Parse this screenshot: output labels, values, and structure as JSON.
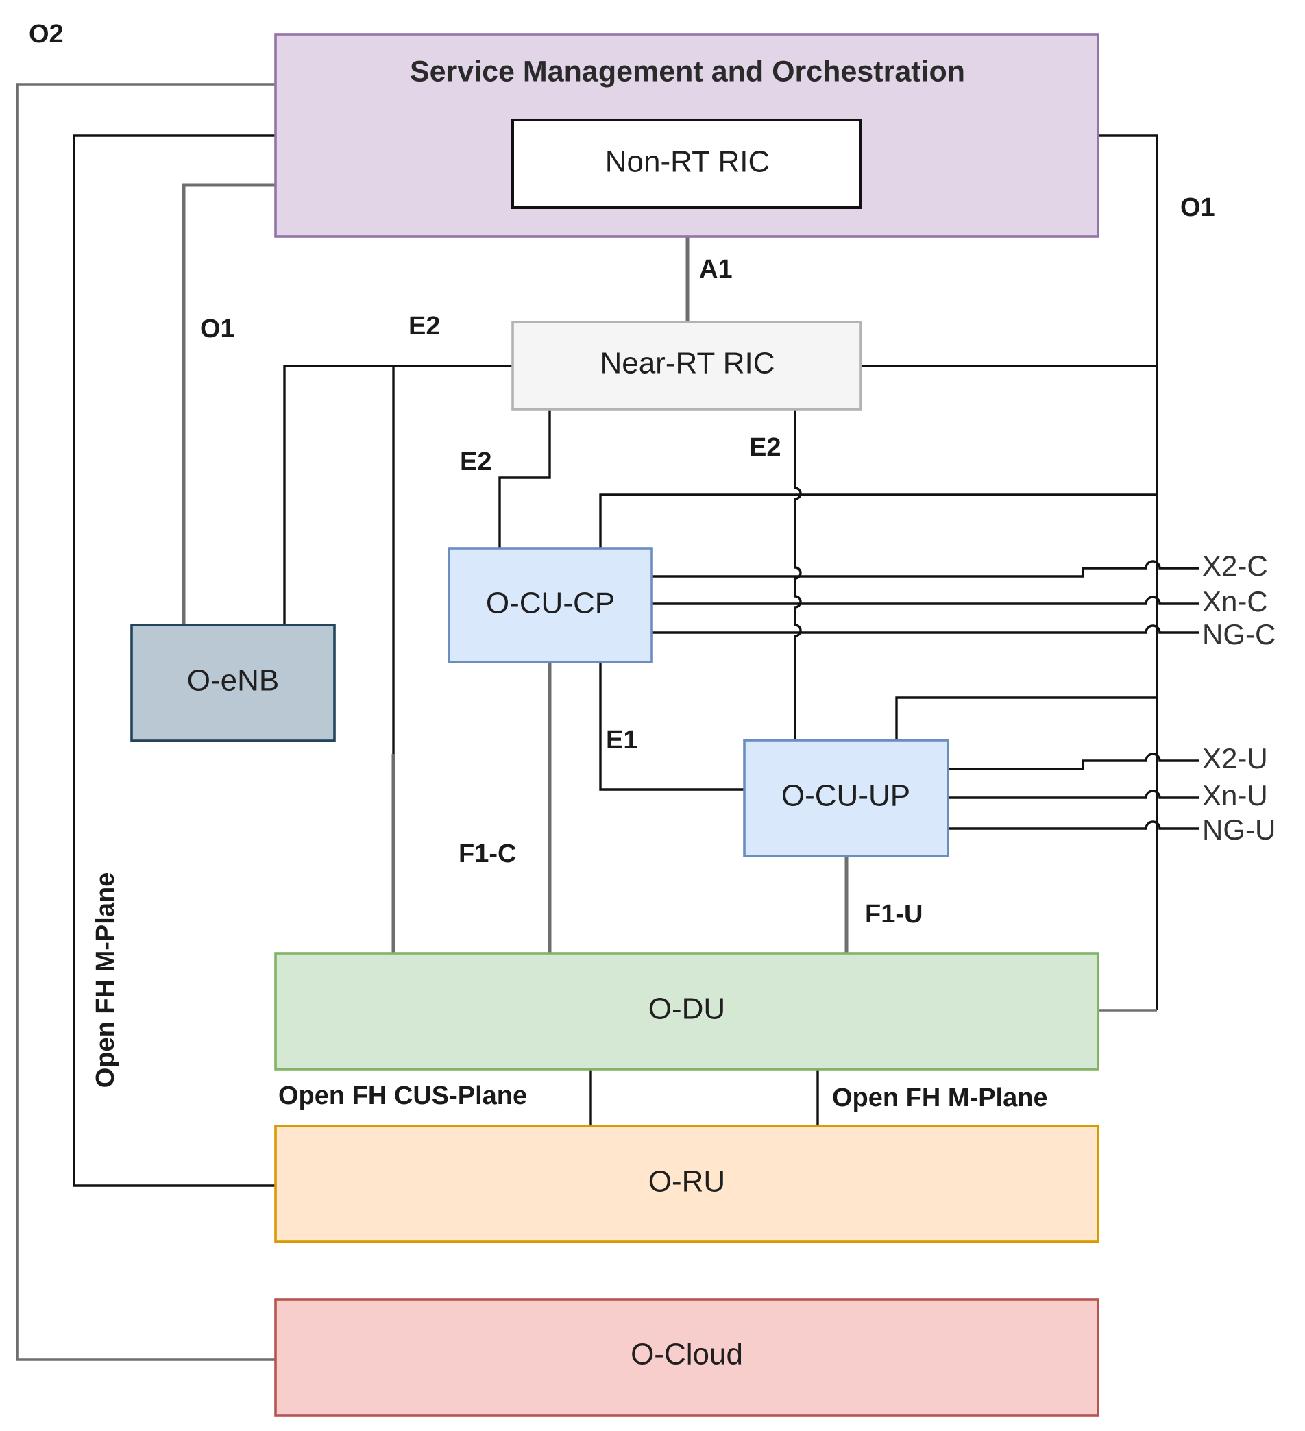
{
  "nodes": {
    "smo": "Service Management and Orchestration",
    "non_rt_ric": "Non-RT RIC",
    "near_rt_ric": "Near-RT RIC",
    "o_enb": "O-eNB",
    "o_cu_cp": "O-CU-CP",
    "o_cu_up": "O-CU-UP",
    "o_du": "O-DU",
    "o_ru": "O-RU",
    "o_cloud": "O-Cloud"
  },
  "interfaces": {
    "o2": "O2",
    "o1_right": "O1",
    "o1_left": "O1",
    "a1": "A1",
    "e2_top": "E2",
    "e2_cp": "E2",
    "e2_up": "E2",
    "e1": "E1",
    "f1_c": "F1-C",
    "f1_u": "F1-U",
    "open_fh_m_plane_vertical": "Open FH M-Plane",
    "open_fh_cus_plane": "Open FH CUS-Plane",
    "open_fh_m_plane": "Open FH M-Plane"
  },
  "external_interfaces": {
    "x2_c": "X2-C",
    "xn_c": "Xn-C",
    "ng_c": "NG-C",
    "x2_u": "X2-U",
    "xn_u": "Xn-U",
    "ng_u": "NG-U"
  },
  "colors": {
    "smo_fill": "#e1d5e7",
    "smo_stroke": "#9673a6",
    "near_rt_fill": "#f5f5f5",
    "near_rt_stroke": "#b3b3b3",
    "o_enb_fill": "#bac8d3",
    "o_enb_stroke": "#23445d",
    "o_cu_fill": "#dae8fc",
    "o_cu_stroke": "#6c8ebf",
    "o_du_fill": "#d5e8d4",
    "o_du_stroke": "#82b366",
    "o_ru_fill": "#ffe6cc",
    "o_ru_stroke": "#d79b00",
    "o_cloud_fill": "#f8cecc",
    "o_cloud_stroke": "#b85450"
  }
}
